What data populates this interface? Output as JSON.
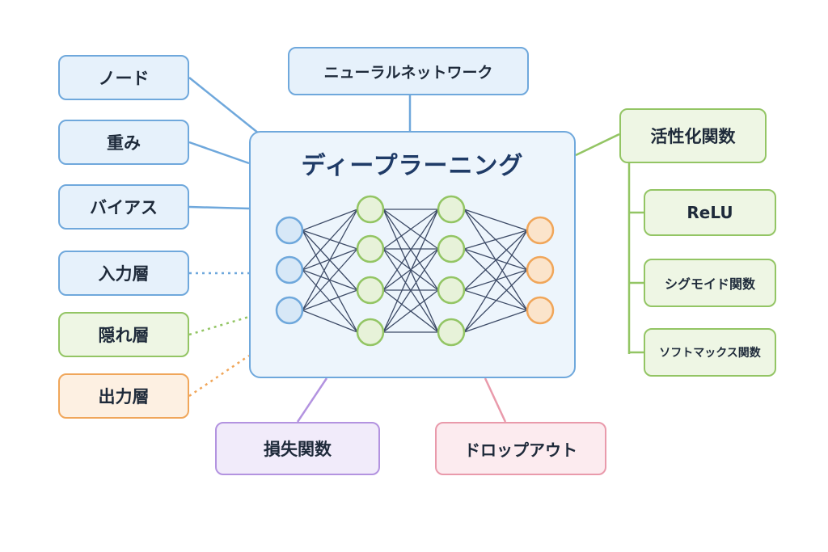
{
  "center": {
    "title": "ディープラーニング"
  },
  "top": {
    "label": "ニューラルネットワーク"
  },
  "left_items": [
    {
      "label": "ノード"
    },
    {
      "label": "重み"
    },
    {
      "label": "バイアス"
    },
    {
      "label": "入力層"
    },
    {
      "label": "隠れ層"
    },
    {
      "label": "出力層"
    }
  ],
  "right": {
    "label": "活性化関数",
    "children": [
      {
        "label": "ReLU"
      },
      {
        "label": "シグモイド関数"
      },
      {
        "label": "ソフトマックス関数"
      }
    ]
  },
  "bottom_items": [
    {
      "label": "損失関数"
    },
    {
      "label": "ドロップアウト"
    }
  ],
  "network": {
    "layers": [
      3,
      4,
      4,
      3
    ]
  },
  "colors": {
    "blue": "#6fa8dc",
    "green": "#93c564",
    "orange": "#f0a65a",
    "purple": "#b393e0",
    "pink": "#e99aab",
    "title": "#1f3b67",
    "edge": "#3c4a66"
  }
}
